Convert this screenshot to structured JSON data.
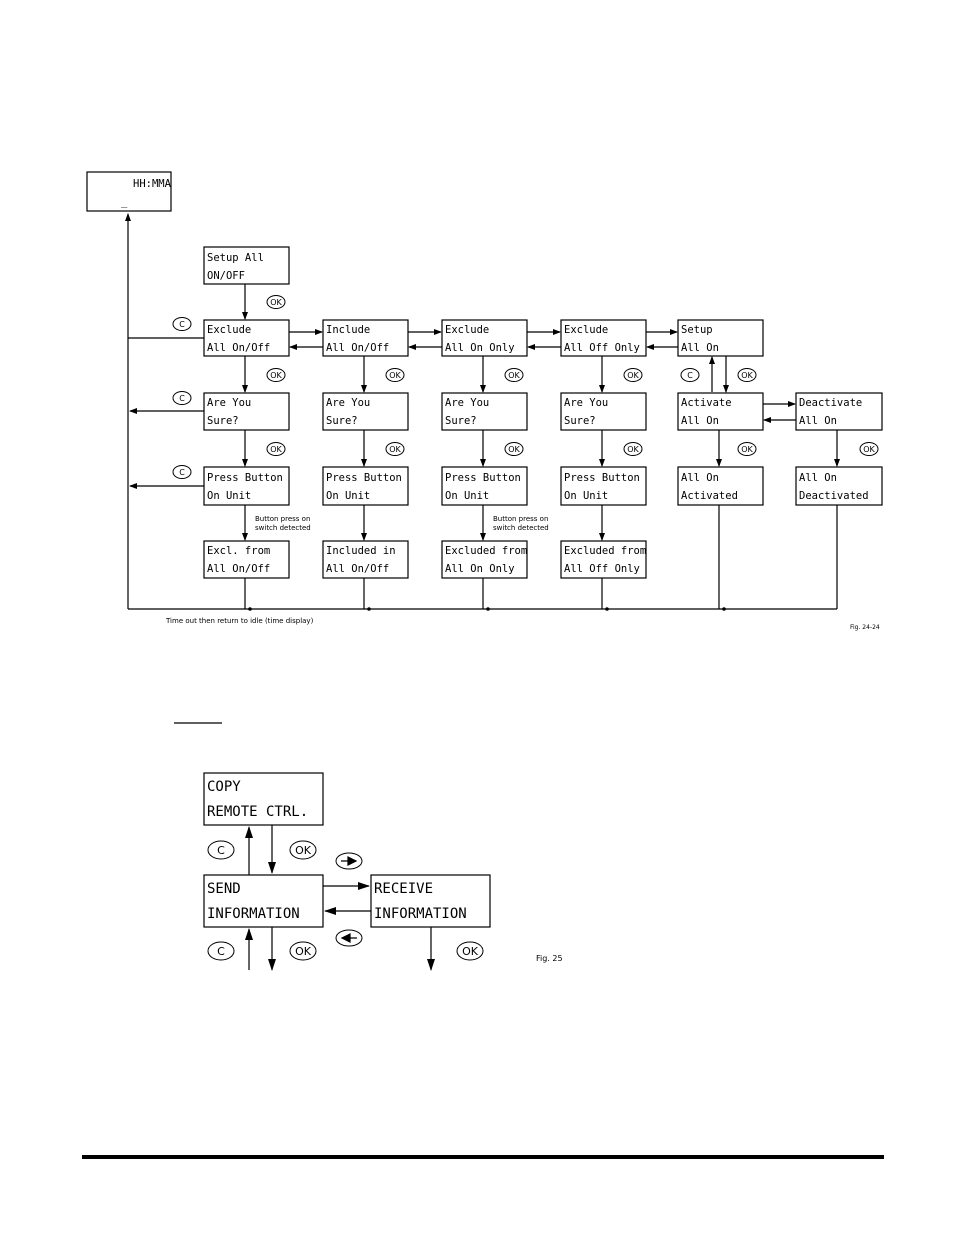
{
  "fig24": {
    "idle": {
      "l1": "HH:MMA",
      "l2": "_"
    },
    "setup_all": {
      "l1": "Setup All",
      "l2": "ON/OFF"
    },
    "row1": [
      {
        "l1": "Exclude",
        "l2": "All On/Off"
      },
      {
        "l1": "Include",
        "l2": "All On/Off"
      },
      {
        "l1": "Exclude",
        "l2": "All On Only"
      },
      {
        "l1": "Exclude",
        "l2": "All Off Only"
      },
      {
        "l1": "Setup",
        "l2": "All On"
      }
    ],
    "row2": [
      {
        "l1": "Are You",
        "l2": "Sure?"
      },
      {
        "l1": "Are You",
        "l2": "Sure?"
      },
      {
        "l1": "Are You",
        "l2": "Sure?"
      },
      {
        "l1": "Are You",
        "l2": "Sure?"
      },
      {
        "l1": "Activate",
        "l2": "All On"
      },
      {
        "l1": "Deactivate",
        "l2": "All On"
      }
    ],
    "row3": [
      {
        "l1": "Press Button",
        "l2": "On Unit"
      },
      {
        "l1": "Press Button",
        "l2": "On Unit"
      },
      {
        "l1": "Press Button",
        "l2": "On Unit"
      },
      {
        "l1": "Press Button",
        "l2": "On Unit"
      },
      {
        "l1": "All On",
        "l2": "Activated"
      },
      {
        "l1": "All On",
        "l2": "Deactivated"
      }
    ],
    "row4": [
      {
        "l1": "Excl. from",
        "l2": "All On/Off"
      },
      {
        "l1": "Included in",
        "l2": "All On/Off"
      },
      {
        "l1": "Excluded from",
        "l2": "All On Only"
      },
      {
        "l1": "Excluded from",
        "l2": "All Off Only"
      }
    ],
    "button_press_l1": "Button press on",
    "button_press_l2": "switch detected",
    "timeout": "Time out then return to idle (time display)",
    "fig_label": "Fig. 24-24",
    "ok_label": "OK",
    "c_label": "C"
  },
  "fig25": {
    "copy": {
      "l1": "COPY",
      "l2": "REMOTE CTRL."
    },
    "send": {
      "l1": "SEND",
      "l2": "INFORMATION"
    },
    "receive": {
      "l1": "RECEIVE",
      "l2": "INFORMATION"
    },
    "fig_label": "Fig. 25",
    "ok_label": "OK",
    "c_label": "C"
  }
}
